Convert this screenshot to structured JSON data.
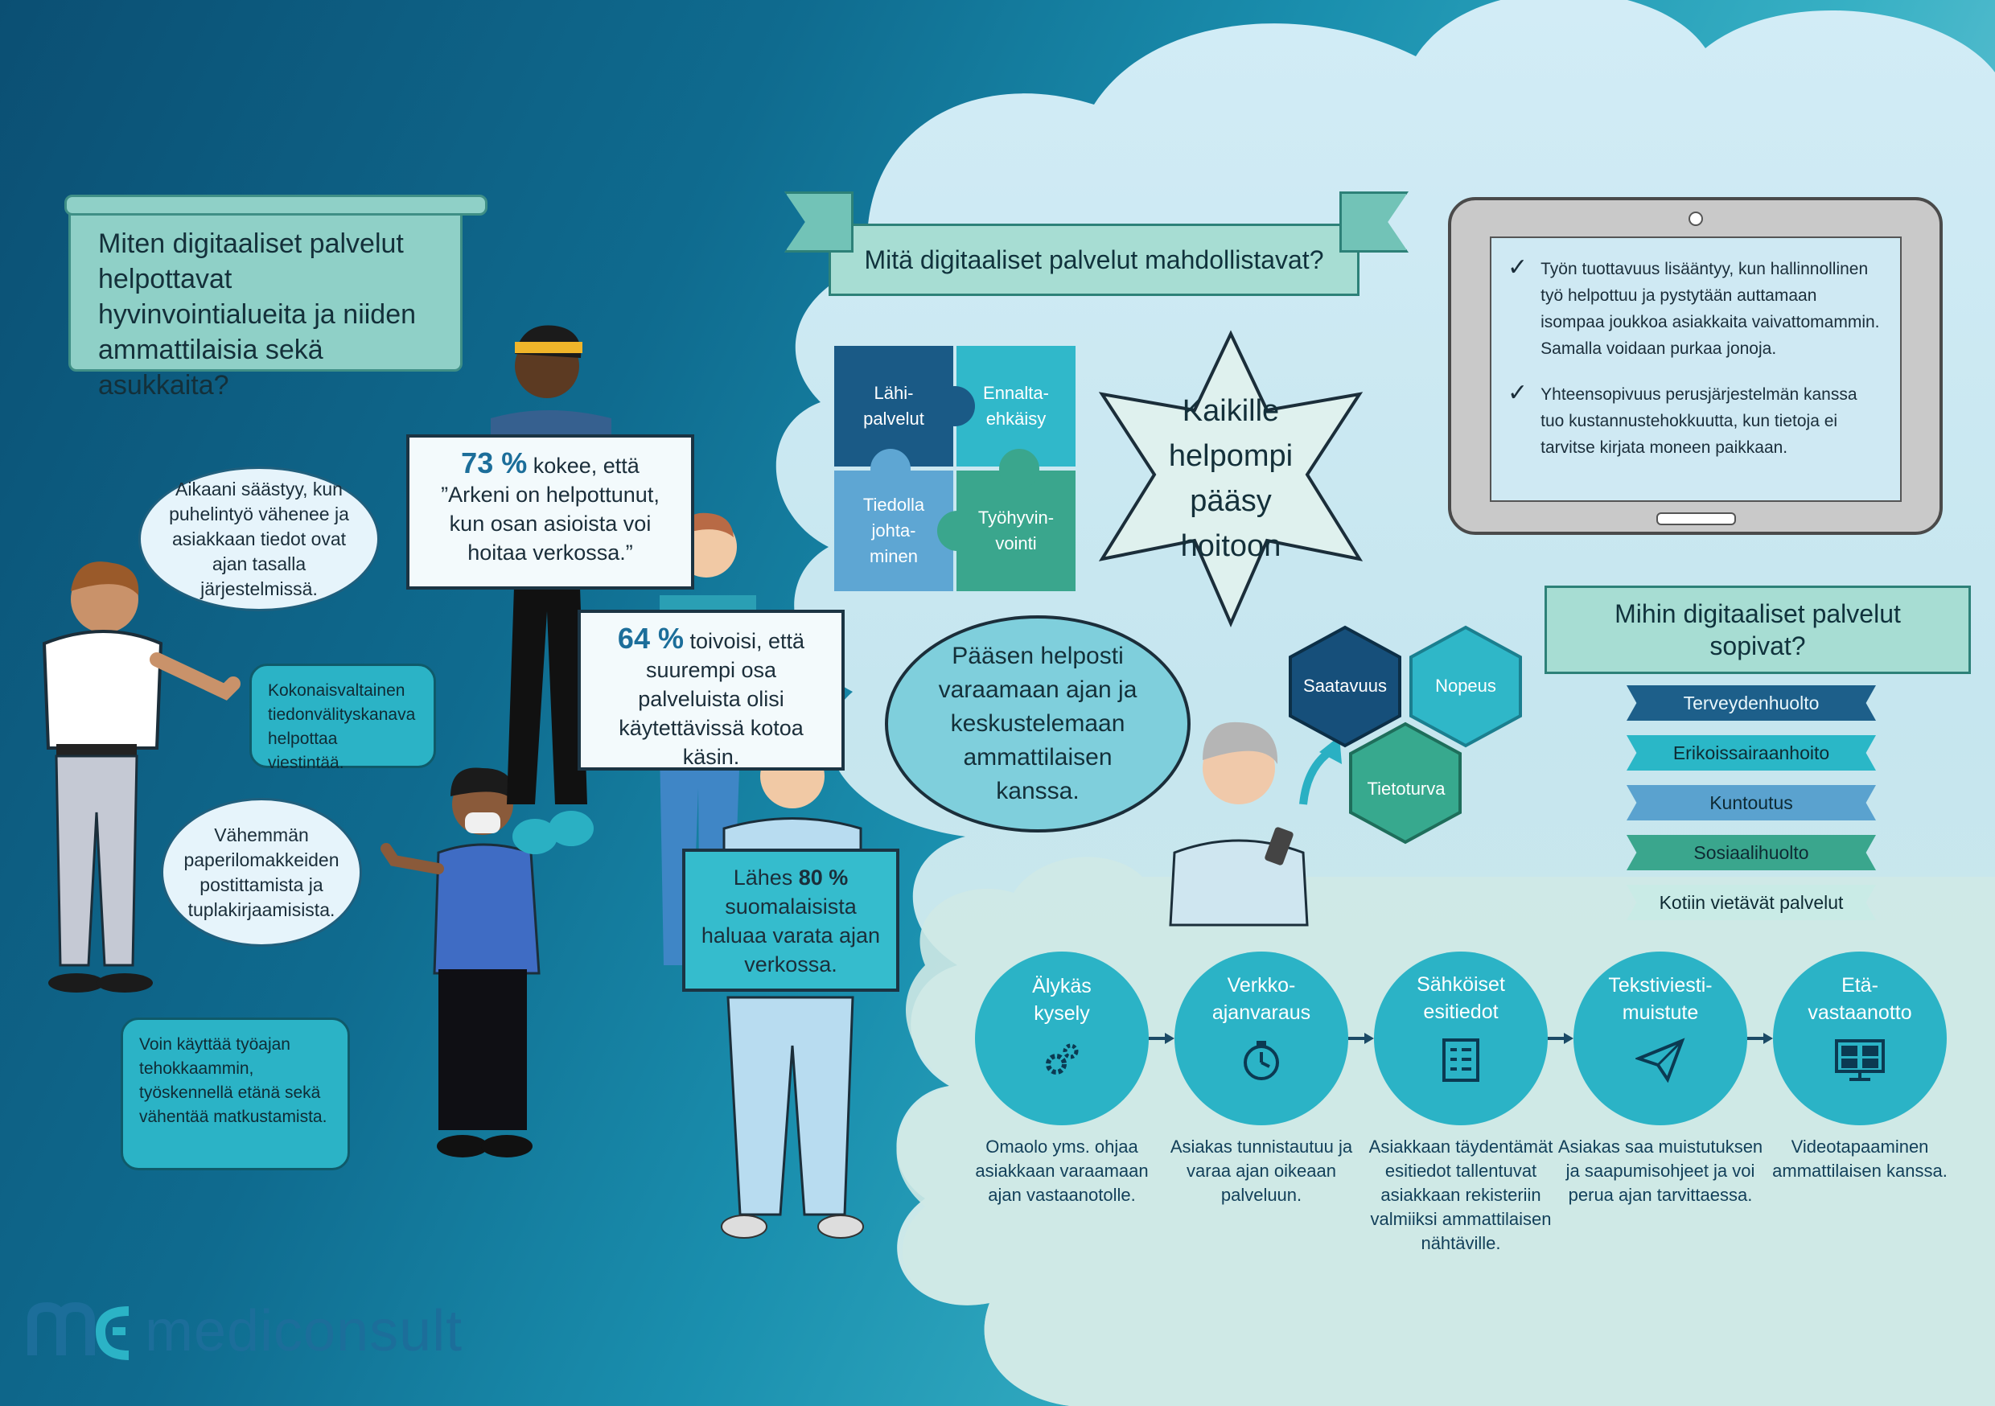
{
  "title_scroll": "Miten digitaaliset palvelut helpottavat hyvinvointialueita ja niiden ammattilaisia sekä asukkaita?",
  "left_bubbles": [
    "Aikaani säästyy, kun puhelintyö vähenee ja asiakkaan tiedot ovat ajan tasalla järjestelmissä.",
    "Kokonaisvaltainen tiedonvälityskanava helpottaa viestintää.",
    "Vähemmän paperilomakkeiden postittamista ja tuplakirjaamisista.",
    "Voin käyttää työajan tehokkaammin, työskennellä etänä sekä vähentää matkustamista."
  ],
  "signs": {
    "sign1": {
      "pct": "73 %",
      "text_a": " kokee, että",
      "text_b": "”Arkeni on helpottunut, kun osan asioista voi hoitaa verkossa.”"
    },
    "sign2": {
      "pct": "64 %",
      "text_a": " toivoisi, että",
      "text_b": "suurempi osa palveluista olisi käytettävissä kotoa käsin."
    },
    "sign3": {
      "text_a": "Lähes ",
      "pct": "80 %",
      "text_b": "suomalaisista haluaa varata ajan verkossa."
    }
  },
  "banner_top": "Mitä digitaaliset palvelut mahdollistavat?",
  "puzzle": {
    "top_left": "Lähi-\npalvelut",
    "top_right": "Ennalta-\nehkäisy",
    "bottom_left": "Tiedolla\njohta-\nminen",
    "bottom_right": "Työhyvin-\nvointi"
  },
  "star": "Kaikille helpompi pääsy hoitoon",
  "speech_center": "Pääsen helposti varaamaan ajan ja keskustelemaan ammattilaisen kanssa.",
  "hexes": {
    "a": "Saatavuus",
    "b": "Nopeus",
    "c": "Tietoturva"
  },
  "tablet": [
    "Työn tuottavuus lisääntyy, kun hallinnollinen työ helpottuu ja pystytään auttamaan isompaa joukkoa asiakkaita vaivattomammin. Samalla voidaan purkaa jonoja.",
    "Yhteensopivuus perusjärjestelmän kanssa tuo kustannustehokkuutta, kun tietoja ei tarvitse kirjata moneen paikkaan."
  ],
  "banner_right": "Mihin digitaaliset palvelut sopivat?",
  "ribbons": [
    {
      "label": "Terveydenhuolto",
      "color": "#1d5f8a"
    },
    {
      "label": "Erikoissairaanhoito",
      "color": "#2ab7c7"
    },
    {
      "label": "Kuntoutus",
      "color": "#5aa2cf"
    },
    {
      "label": "Sosiaalihuolto",
      "color": "#3aa68d"
    },
    {
      "label": "Kotiin vietävät palvelut",
      "color": "#c9ebe6"
    }
  ],
  "steps": [
    {
      "title": "Älykäs\nkysely",
      "icon": "gears-icon",
      "desc": "Omaolo yms. ohjaa asiakkaan varaamaan ajan vastaanotolle."
    },
    {
      "title": "Verkko-\najanvaraus",
      "icon": "stopwatch-icon",
      "desc": "Asiakas tunnistautuu ja varaa ajan oikeaan palveluun."
    },
    {
      "title": "Sähköiset\nesitiedot",
      "icon": "checklist-icon",
      "desc": "Asiakkaan täydentämät esitiedot tallentuvat asiakkaan rekisteriin valmiiksi ammattilaisen nähtäville."
    },
    {
      "title": "Tekstiviesti-\nmuistute",
      "icon": "paper-plane-icon",
      "desc": "Asiakas saa muistutuksen ja saapumisohjeet ja voi perua ajan tarvittaessa."
    },
    {
      "title": "Etä-\nvastaanotto",
      "icon": "video-call-icon",
      "desc": "Videotapaaminen ammattilaisen kanssa."
    }
  ],
  "logo": "mediconsult",
  "colors": {
    "navy": "#0b4f73",
    "teal": "#2bb3c6",
    "mint": "#8fd0c7",
    "cloud": "#d6eef2"
  }
}
